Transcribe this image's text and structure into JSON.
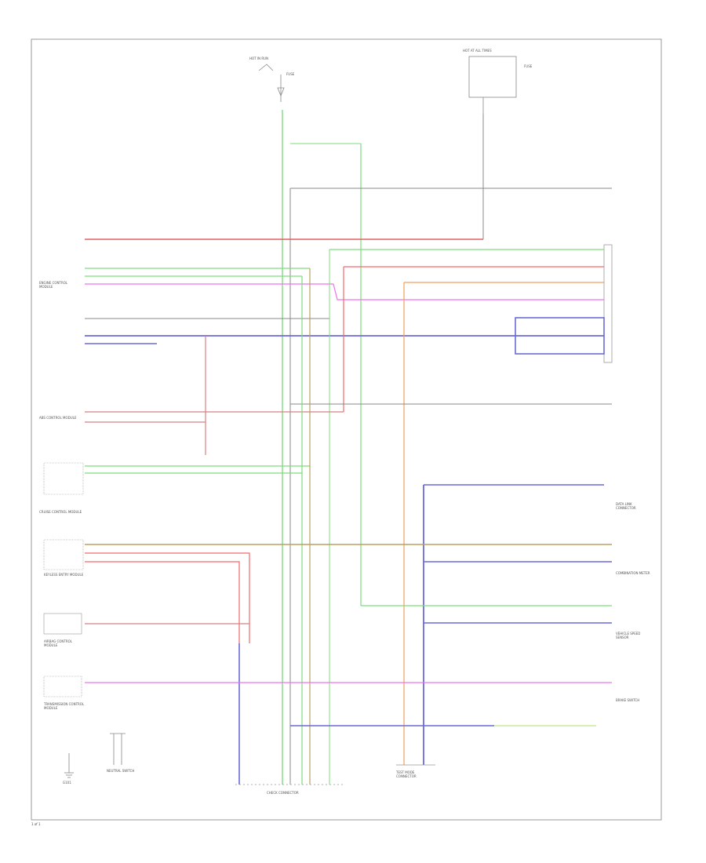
{
  "labels": {
    "hot_in_run": "HOT IN RUN",
    "hot_at_all_times": "HOT AT ALL TIMES",
    "ignition_fuse": "FUSE",
    "battery_fuse": "FUSE",
    "data_link_label": "DATA LINK CONNECTOR",
    "check_connector": "CHECK CONNECTOR",
    "test_mode_connector": "TEST MODE CONNECTOR",
    "engine_control_module": "ENGINE CONTROL MODULE",
    "abs_control_module": "ABS CONTROL MODULE",
    "transmission_control_module": "TRANSMISSION CONTROL MODULE",
    "airbag_control_module": "AIRBAG CONTROL MODULE",
    "cruise_control_module": "CRUISE CONTROL MODULE",
    "keyless_entry_module": "KEYLESS ENTRY MODULE",
    "brake_switch": "BRAKE SWITCH",
    "neutral_switch": "NEUTRAL SWITCH",
    "vehicle_speed_sensor": "VEHICLE SPEED SENSOR",
    "combination_meter": "COMBINATION METER",
    "ground_label": "G101",
    "footer_code": "1 of 1"
  },
  "wires": [
    {
      "id": "w-red-battery",
      "color": "#e06060"
    },
    {
      "id": "w-green-1",
      "color": "#7ddc7d"
    },
    {
      "id": "w-green-2",
      "color": "#7ddc7d"
    },
    {
      "id": "w-magenta",
      "color": "#f070f0"
    },
    {
      "id": "w-gray-1",
      "color": "#777777"
    },
    {
      "id": "w-blue-1",
      "color": "#6a6ad8"
    },
    {
      "id": "w-blue-2",
      "color": "#6a6ad8"
    },
    {
      "id": "w-red-2",
      "color": "#f06a6a"
    },
    {
      "id": "w-orange",
      "color": "#f0a060"
    },
    {
      "id": "w-olive",
      "color": "#b8a060"
    },
    {
      "id": "w-pink",
      "color": "#d88080"
    }
  ]
}
